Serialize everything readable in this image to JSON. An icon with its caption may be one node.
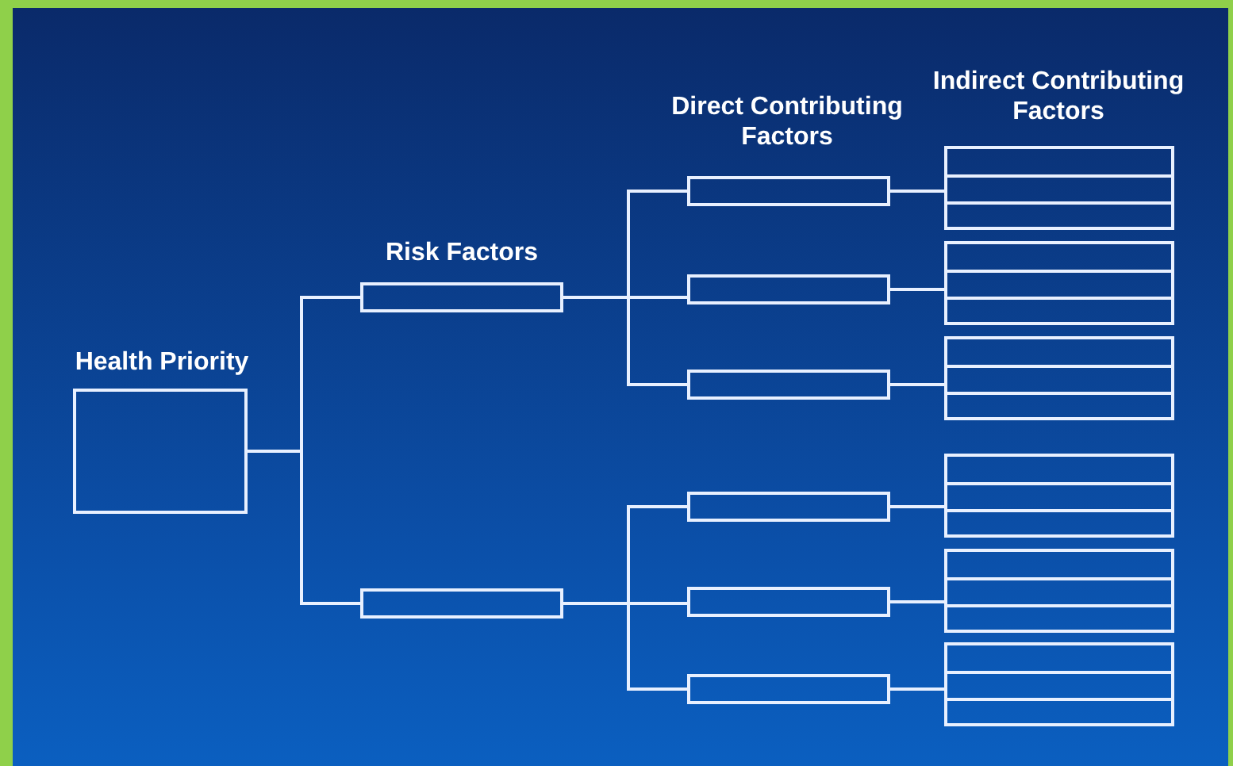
{
  "diagram": {
    "nodes": [
      {
        "text": [
          "Health Priority"
        ]
      },
      {
        "text": [],
        "shape": "box"
      },
      {
        "text": [],
        "shape": "box"
      },
      {
        "text": [],
        "shape": "box"
      },
      {
        "text": [],
        "shape": "box"
      },
      {
        "text": [],
        "shape": "box"
      },
      {
        "text": [],
        "shape": "box"
      },
      {
        "text": [],
        "shape": "box"
      },
      {
        "text": [],
        "shape": "box"
      },
      {
        "text": [],
        "shape": "box"
      },
      {
        "text": [],
        "shape": "box"
      },
      {
        "text": [],
        "shape": "box"
      },
      {
        "text": [],
        "shape": "box"
      },
      {
        "text": [],
        "shape": "box"
      },
      {
        "text": [],
        "shape": "box"
      }
    ],
    "edges": [
      {
        "from": 0,
        "to": 1,
        "arrow": "none"
      },
      {
        "from": 0,
        "to": 2,
        "arrow": "none"
      },
      {
        "from": 1,
        "to": 3,
        "arrow": "none"
      },
      {
        "from": 1,
        "to": 4,
        "arrow": "none"
      },
      {
        "from": 1,
        "to": 5,
        "arrow": "none"
      },
      {
        "from": 2,
        "to": 6,
        "arrow": "none"
      },
      {
        "from": 2,
        "to": 7,
        "arrow": "none"
      },
      {
        "from": 2,
        "to": 8,
        "arrow": "none"
      },
      {
        "from": 3,
        "to": 9,
        "arrow": "none"
      },
      {
        "from": 4,
        "to": 10,
        "arrow": "none"
      },
      {
        "from": 5,
        "to": 11,
        "arrow": "none"
      },
      {
        "from": 6,
        "to": 12,
        "arrow": "none"
      },
      {
        "from": 7,
        "to": 13,
        "arrow": "none"
      },
      {
        "from": 8,
        "to": 14,
        "arrow": "none"
      }
    ],
    "labels": [
      "Indirect Contributing Factors",
      "Direct Contributing Factors",
      "Risk Factors"
    ]
  }
}
